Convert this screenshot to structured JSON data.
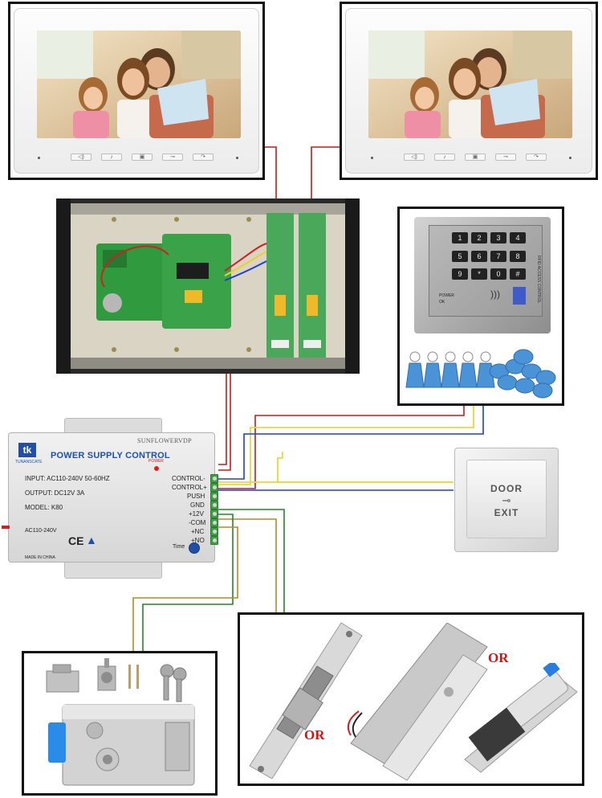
{
  "power_supply": {
    "brand_mark": "tk",
    "brand_small": "TUNANSCATE",
    "title": "POWER SUPPLY CONTROL",
    "power_led_label": "POWER",
    "maker": "SUNFLOWERVDP",
    "input_spec": "INPUT: AC110-240V  50-60HZ",
    "output_spec": "OUTPUT: DC12V  3A",
    "model": "MODEL: K80",
    "ac_label": "AC110-240V",
    "made_in": "MADE IN CHINA",
    "time_label": "Time",
    "terminals": [
      "CONTROL-",
      "CONTROL+",
      "PUSH",
      "GND",
      "+12V",
      "-COM",
      "+NC",
      "+NO"
    ]
  },
  "exit_button": {
    "line1": "DOOR",
    "line2": "EXIT"
  },
  "keypad": {
    "keys": [
      "1",
      "2",
      "3",
      "4",
      "5",
      "6",
      "7",
      "8",
      "9",
      "*",
      "0",
      "#"
    ],
    "side_text": "RFID ACCESS CONTROL",
    "power_label": "POWER",
    "ok_label": "OK"
  },
  "locks": {
    "or_label_1": "OR",
    "or_label_2": "OR"
  },
  "wire_colors": {
    "red": "#d01f1f",
    "yellow": "#f2e24a",
    "blue": "#1d3fd6",
    "green": "#1f8a1f",
    "olive": "#b58a1f",
    "dark_red": "#b21515"
  }
}
